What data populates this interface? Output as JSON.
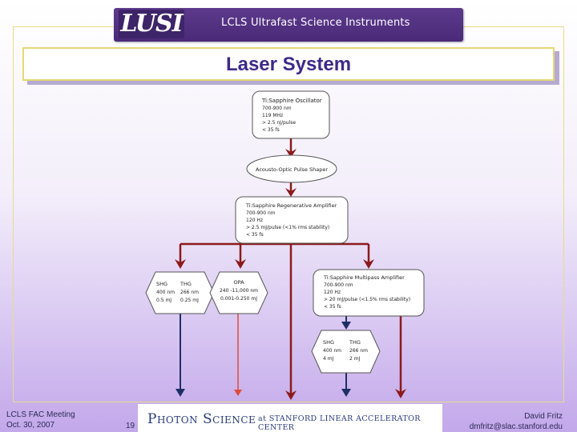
{
  "banner": {
    "logo": "LUSI",
    "subtitle": "LCLS Ultrafast Science Instruments"
  },
  "slide": {
    "title": "Laser System"
  },
  "diagram": {
    "oscillator": [
      "Ti:Sapphire Oscillator",
      "700-900 nm",
      "119 MHz",
      "> 2.5 nJ/pulse",
      "< 35 fs"
    ],
    "shaper": "Acousto-Optic Pulse Shaper",
    "regen": [
      "Ti:Sapphire Regenerative Amplifier",
      "700-900 nm",
      "120 Hz",
      "> 2.5 mJ/pulse (<1% rms stability)",
      "< 35 fs"
    ],
    "shg_thg_1": {
      "col1": [
        "SHG",
        "400 nm",
        "0.5 mJ"
      ],
      "col2": [
        "THG",
        "266 nm",
        "0.25 mJ"
      ]
    },
    "opa": [
      "OPA",
      "240 -11,000 nm",
      "0.001-0.250 mJ"
    ],
    "multipass": [
      "Ti:Sapphire Multipass Amplifier",
      "700-900 nm",
      "120 Hz",
      "> 20 mJ/pulse (<1.5% rms stability)",
      "< 35 fs"
    ],
    "shg_thg_2": {
      "col1": [
        "SHG",
        "400 nm",
        "4 mJ"
      ],
      "col2": [
        "THG",
        "266 nm",
        "2 mJ"
      ]
    },
    "colors": {
      "dark_red": "#8b1a1a",
      "red": "#e04a3a",
      "navy": "#1f2f66",
      "box_stroke": "#555555"
    }
  },
  "footer": {
    "meeting": "LCLS FAC Meeting",
    "date": "Oct. 30, 2007",
    "page": "19",
    "brand": "Photon Science",
    "at_slac": "at STANFORD LINEAR ACCELERATOR CENTER",
    "author": "David Fritz",
    "email": "dmfritz@slac.stanford.edu"
  }
}
